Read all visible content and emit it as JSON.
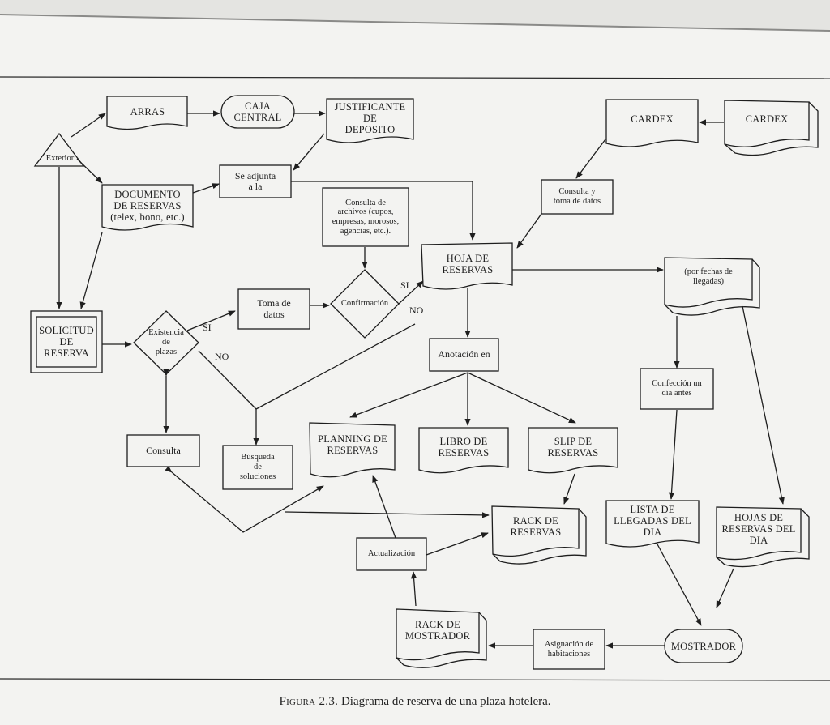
{
  "nodes": {
    "exterior": "Exterior",
    "arras": "ARRAS",
    "caja_central": "CAJA\nCENTRAL",
    "justificante": "JUSTIFICANTE\nDE\nDEPOSITO",
    "documento": "DOCUMENTO\nDE RESERVAS\n(telex, bono, etc.)",
    "se_adjunta": "Se adjunta\na la",
    "consulta_archivos": "Consulta de\narchivos (cupos,\nempresas, morosos,\nagencias, etc.).",
    "hoja_reservas": "HOJA DE\nRESERVAS",
    "cardex_1": "CARDEX",
    "cardex_2": "CARDEX",
    "consulta_toma": "Consulta y\ntoma de datos",
    "por_fechas": "(por fechas de\nllegadas)",
    "solicitud": "SOLICITUD\nDE\nRESERVA",
    "existencia": "Existencia\nde\nplazas",
    "toma_datos": "Toma de\ndatos",
    "confirmacion": "Confirmación",
    "anotacion": "Anotación en",
    "confeccion": "Confección un\ndía antes",
    "consulta": "Consulta",
    "busqueda": "Búsqueda\nde\nsoluciones",
    "planning": "PLANNING DE\nRESERVAS",
    "libro": "LIBRO DE\nRESERVAS",
    "slip": "SLIP DE\nRESERVAS",
    "lista_llegadas": "LISTA DE\nLLEGADAS DEL\nDIA",
    "hojas_dia": "HOJAS DE\nRESERVAS DEL\nDIA",
    "rack_reservas": "RACK DE\nRESERVAS",
    "actualizacion": "Actualización",
    "rack_mostrador": "RACK DE\nMOSTRADOR",
    "asignacion": "Asignación de\nhabitaciones",
    "mostrador": "MOSTRADOR"
  },
  "edge_labels": {
    "si_existencia": "SI",
    "no_existencia": "NO",
    "si_confirmacion": "SI",
    "no_confirmacion": "NO"
  },
  "caption": {
    "figure": "Figura 2.3.",
    "text": "Diagrama de reserva de una plaza hotelera."
  },
  "colors": {
    "paper": "#f3f3f1",
    "ink": "#1e1e1e"
  }
}
